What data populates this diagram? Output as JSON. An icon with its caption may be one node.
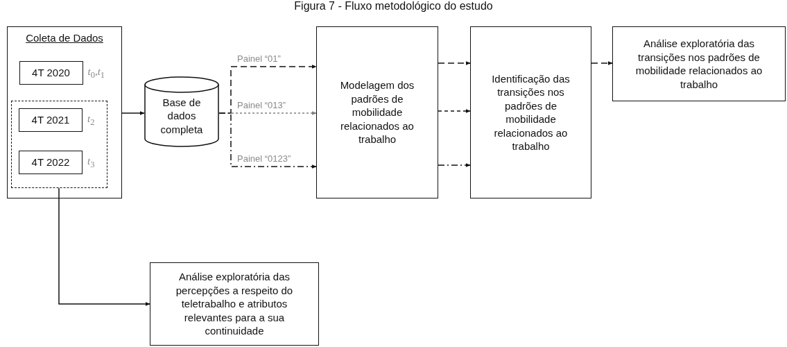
{
  "diagram": {
    "title": "Figura 7 - Fluxo metodológico do estudo",
    "nodes": [
      {
        "text": [
          "Coleta de Dados"
        ]
      },
      {
        "text": [
          "4T 2020"
        ],
        "in": 0,
        "beside": [
          "*t*$_{0}$,*t*$_{1}$"
        ]
      },
      {
        "text": [],
        "shape": "box",
        "in": 0
      },
      {
        "text": [
          "4T 2021"
        ],
        "in": 2,
        "beside": [
          "*t*$_{2}$"
        ]
      },
      {
        "text": [
          "4T 2022"
        ],
        "in": 2,
        "beside": [
          "*t*$_{3}$"
        ]
      },
      {
        "text": [
          "Base de dados completa"
        ]
      },
      {
        "text": [
          "Modelagem dos padrões de mobilidade relacionados ao trabalho"
        ]
      },
      {
        "text": [
          "Identificação das transições nos padrões de mobilidade relacionados ao trabalho"
        ]
      },
      {
        "text": [
          "Análise exploratória das transições nos padrões de mobilidade relacionados ao trabalho"
        ]
      },
      {
        "text": [
          "Análise exploratória das percepções a respeito do teletrabalho e atributos relevantes para a sua continuidade"
        ]
      }
    ],
    "edges": [
      {
        "from": 0,
        "to": 5,
        "arrow": "to"
      },
      {
        "from": 5,
        "to": 6,
        "arrow": "to",
        "label": "Painel “01”",
        "style": "dashed"
      },
      {
        "from": 5,
        "to": 6,
        "arrow": "to",
        "label": "Painel “013”",
        "style": "dashed",
        "color": "#808080"
      },
      {
        "from": 5,
        "to": 6,
        "arrow": "to",
        "label": "Painel “0123”",
        "style": "dashed"
      },
      {
        "from": 6,
        "to": 7,
        "arrow": "to",
        "style": "dashed"
      },
      {
        "from": 6,
        "to": 7,
        "arrow": "to",
        "style": "dashed"
      },
      {
        "from": 6,
        "to": 7,
        "arrow": "to",
        "style": "dashed"
      },
      {
        "from": 7,
        "to": 8,
        "arrow": "to",
        "style": "dashed"
      },
      {
        "from": 2,
        "to": 9,
        "arrow": "to"
      }
    ]
  }
}
